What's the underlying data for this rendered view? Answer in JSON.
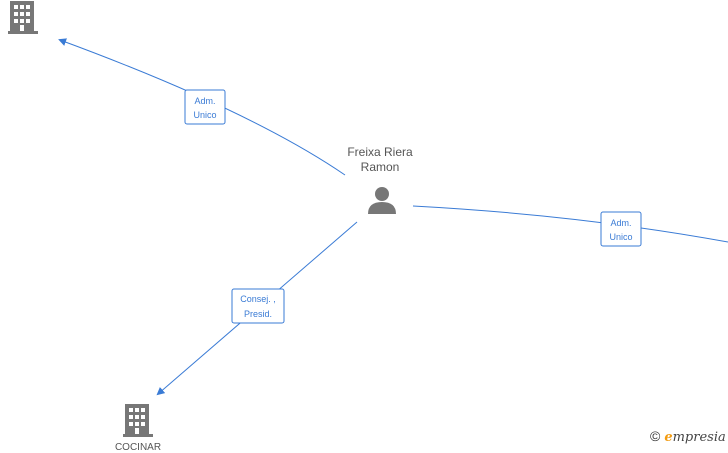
{
  "person": {
    "name_line1": "Freixa Riera",
    "name_line2": "Ramon",
    "icon": "person-icon"
  },
  "companies": [
    {
      "id": "company-top-left",
      "icon": "building-icon",
      "label": ""
    },
    {
      "id": "company-bottom",
      "icon": "building-icon",
      "label": "COCINAR"
    }
  ],
  "edges": [
    {
      "id": "edge-top-left",
      "label_line1": "Adm.",
      "label_line2": "Unico"
    },
    {
      "id": "edge-right",
      "label_line1": "Adm.",
      "label_line2": "Unico"
    },
    {
      "id": "edge-bottom",
      "label_line1": "Consej. ,",
      "label_line2": "Presid."
    }
  ],
  "watermark": {
    "copyright_symbol": "©",
    "brand_initial": "e",
    "brand_rest": "mpresia"
  },
  "colors": {
    "edge": "#3a7bd5",
    "node_icon": "#777777",
    "label_border": "#3a7bd5"
  }
}
